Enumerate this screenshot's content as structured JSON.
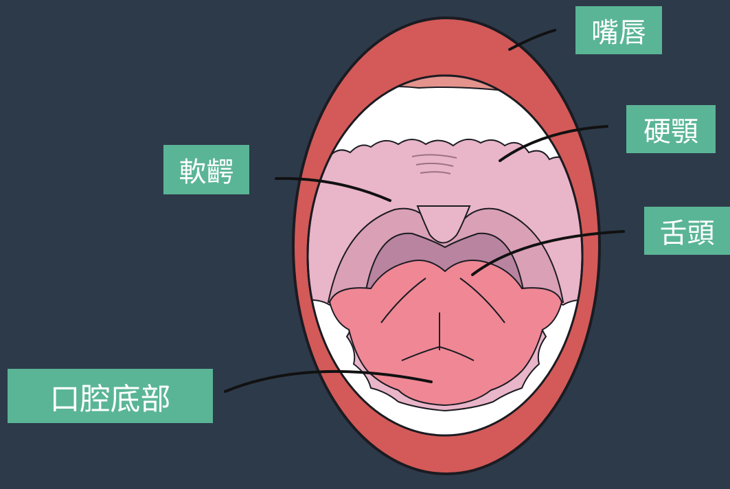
{
  "labels": {
    "lips": "嘴唇",
    "hard_palate": "硬顎",
    "soft_palate": "軟齶",
    "tongue": "舌頭",
    "floor_of_mouth": "口腔底部"
  },
  "colors": {
    "background": "#2d3a4a",
    "label_bg": "#5ab596",
    "label_text": "#ffffff",
    "lips": "#d35a58",
    "gum": "#e4938d",
    "teeth": "#ffffff",
    "palate": "#e9b5c8",
    "throat": "#b8849f",
    "tongue": "#ef8795",
    "outline": "#1b1b22"
  }
}
